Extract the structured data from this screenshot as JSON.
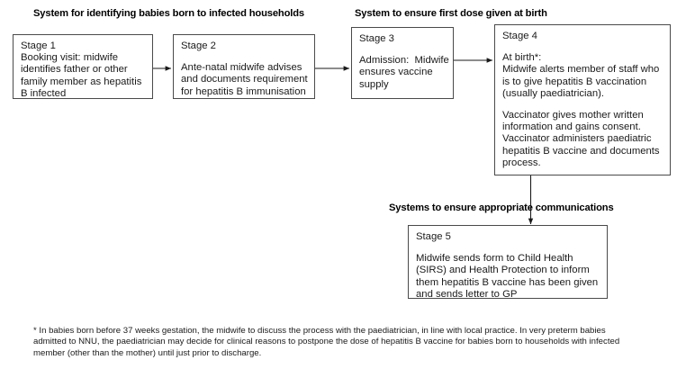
{
  "page": {
    "background_color": "#ffffff",
    "text_color": "#1a1a1a",
    "border_color": "#4a4a4a"
  },
  "headers": {
    "system1": "System for identifying babies born to infected households",
    "system2": "System to ensure first dose given at birth",
    "system3": "Systems to ensure appropriate communications"
  },
  "stages": {
    "stage1": {
      "title": "Stage 1",
      "lines": [
        "Booking visit: midwife",
        "identifies father or other",
        "family member as hepatitis",
        "B infected"
      ]
    },
    "stage2": {
      "title": "Stage 2",
      "lines": [
        "Ante-natal midwife advises",
        "and documents requirement",
        "for hepatitis B immunisation"
      ]
    },
    "stage3": {
      "title": "Stage 3",
      "lines": [
        "Admission:  Midwife",
        "ensures vaccine",
        "supply"
      ]
    },
    "stage4": {
      "title": "Stage 4",
      "lines_block1": [
        "At birth*:",
        "Midwife alerts member of staff who",
        "is to give hepatitis B vaccination",
        "(usually paediatrician)."
      ],
      "lines_block2": [
        "Vaccinator gives mother written",
        "information and gains consent.",
        "Vaccinator administers paediatric",
        "hepatitis B vaccine and documents",
        "process."
      ]
    },
    "stage5": {
      "title": "Stage 5",
      "lines": [
        "Midwife sends form to Child Health",
        "(SIRS) and Health Protection to inform",
        "them hepatitis B vaccine has been given",
        "and sends letter to GP"
      ]
    }
  },
  "footnote": {
    "lines": [
      "* In babies born before 37 weeks gestation, the midwife to discuss the process with the paediatrician, in line with local practice. In very preterm babies",
      "admitted to NNU, the paediatrician may decide for clinical reasons to postpone the dose of hepatitis B vaccine for babies born to households with infected",
      "member (other than the mother) until just prior to discharge."
    ]
  },
  "connectors": {
    "arrow1": "arrow-stage1-to-stage2",
    "arrow2": "arrow-stage2-to-stage3",
    "arrow3": "arrow-stage3-to-stage4",
    "arrow4": "arrow-stage4-to-stage5"
  }
}
